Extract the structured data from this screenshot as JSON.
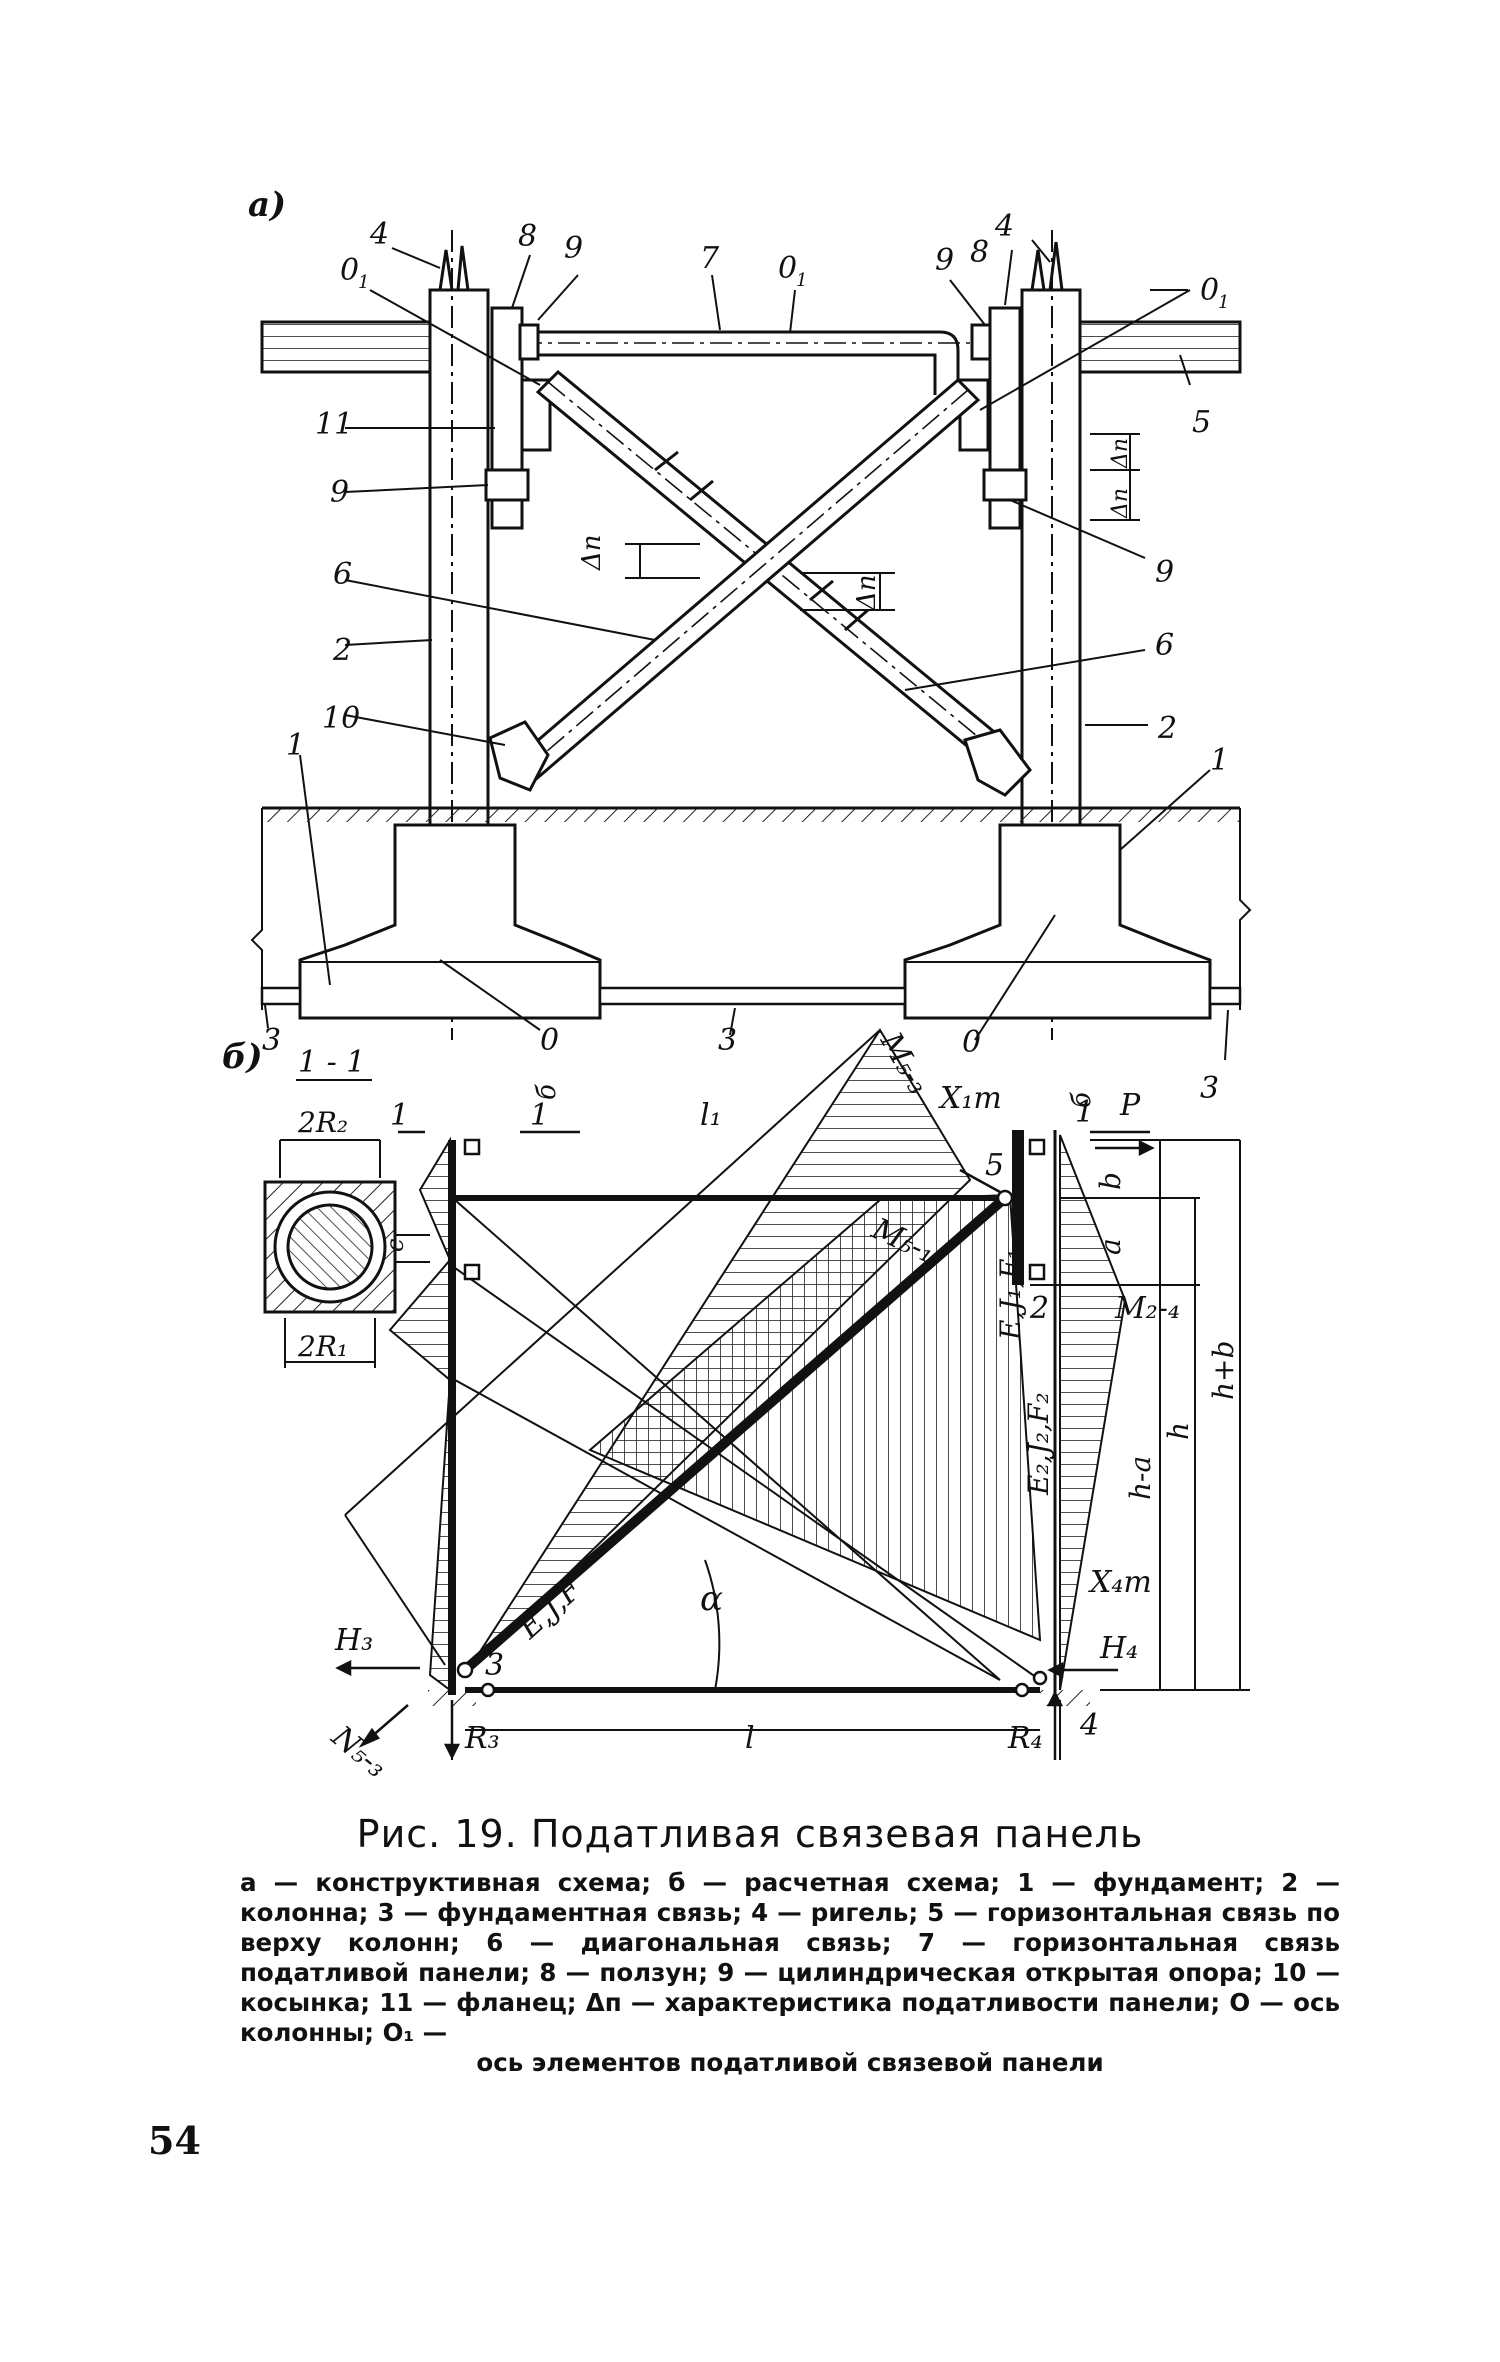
{
  "figure": {
    "panel_a_label": "а)",
    "panel_b_label": "б)",
    "section_label": "1 - 1",
    "part_labels": {
      "n1": "1",
      "n2": "2",
      "n3": "3",
      "n4": "4",
      "n5": "5",
      "n6": "6",
      "n7": "7",
      "n8": "8",
      "n9": "9",
      "n10": "10",
      "n11": "11",
      "o": "0",
      "o1": "0",
      "o1_sub": "1",
      "delta": "Δп"
    },
    "section_labels": {
      "r2": "2R₂",
      "r1": "2R₁",
      "c": "c",
      "sigma": "б",
      "one": "1"
    },
    "scheme_labels": {
      "l1": "l₁",
      "l": "l",
      "m53": "M₅-₃",
      "m51": "M₅-₁",
      "m24": "M₂-₄",
      "x1t": "X₁т",
      "x4t": "X₄т",
      "p": "P",
      "b": "b",
      "a": "a",
      "h_minus_a": "h-a",
      "h": "h",
      "h_plus_b": "h+b",
      "ej1f1": "E,J₁,F₁",
      "e2j2f2": "E₂,J₂,F₂",
      "ejf": "E,J,F",
      "alpha": "α",
      "h3": "H₃",
      "h4": "H₄",
      "n53": "N₅-₃",
      "r3": "R₃",
      "r4": "R₄",
      "j1": "1",
      "j2": "2",
      "j3": "3",
      "j4": "4",
      "j5": "5"
    }
  },
  "caption": {
    "title": "Рис. 19. Податливая связевая панель",
    "legend_main": "а — конструктивная схема; б — расчетная схема; 1 — фундамент; 2 — колонна; 3 — фундаментная связь; 4 — ригель; 5 — горизонтальная связь по верху колонн; 6 — диагональная связь; 7 — горизонтальная связь податливой панели; 8 — ползун; 9 — цилиндрическая открытая опора; 10 — косынка; 11 — фланец; Δп — характеристика податливости панели; О — ось колонны; О₁ —",
    "legend_last": "ось элементов податливой связевой панели"
  },
  "page_number": "54"
}
